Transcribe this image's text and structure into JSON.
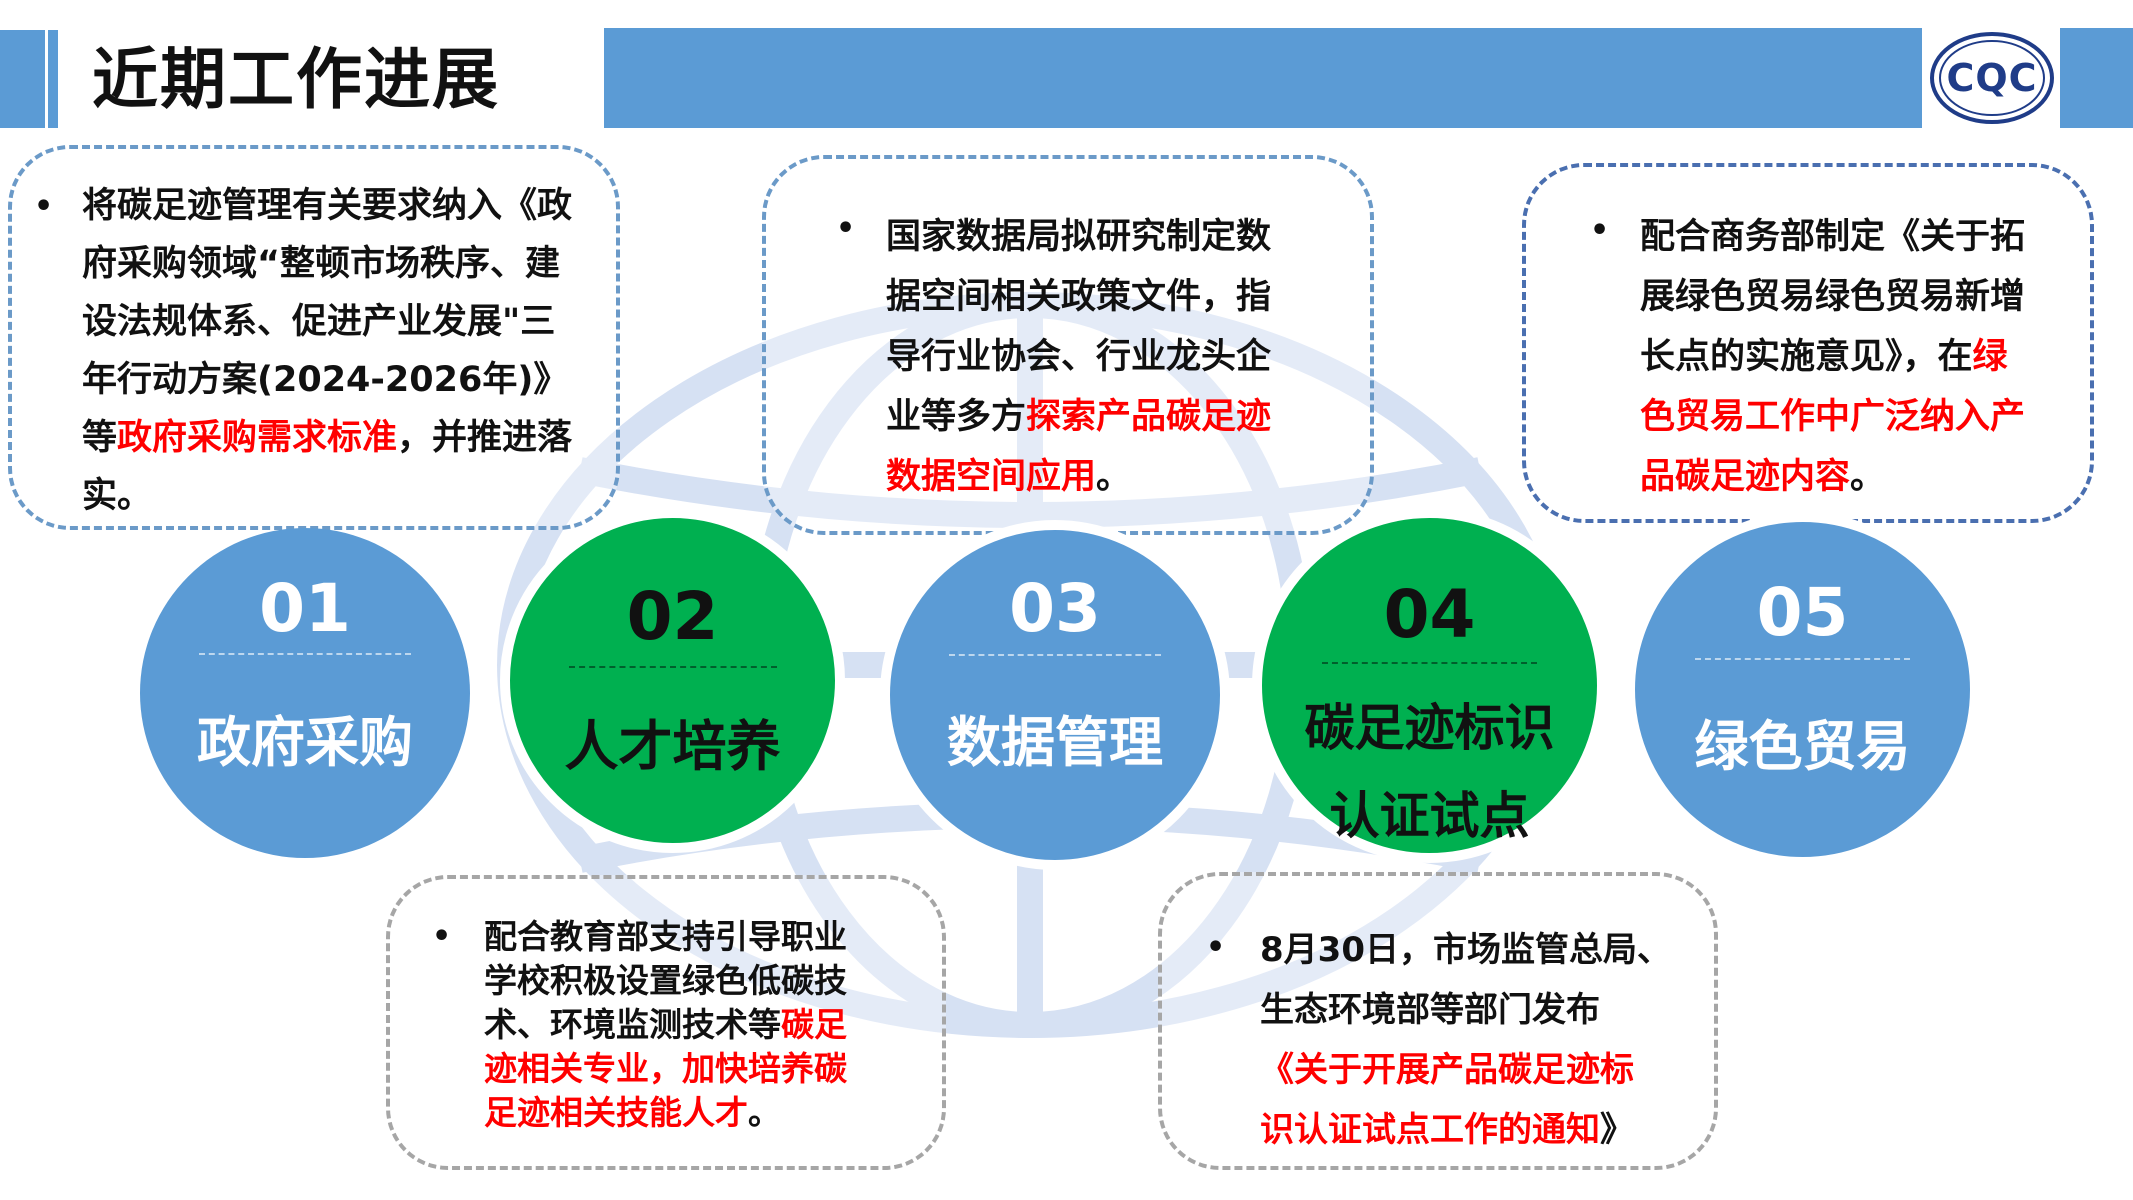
{
  "header": {
    "title": "近期工作进展",
    "logo_text": "CQC"
  },
  "colors": {
    "blue": "#5B9BD5",
    "green": "#00B050",
    "red": "#FF0000",
    "navy": "#1F3C88"
  },
  "icons": {
    "logo": "cqc-logo-icon",
    "background": "globe-icon"
  },
  "circles": [
    {
      "number": "01",
      "label": "政府采购",
      "color": "blue"
    },
    {
      "number": "02",
      "label": "人才培养",
      "color": "green"
    },
    {
      "number": "03",
      "label": "数据管理",
      "color": "blue"
    },
    {
      "number": "04",
      "label_line1": "碳足迹标识",
      "label_line2": "认证试点",
      "color": "green"
    },
    {
      "number": "05",
      "label": "绿色贸易",
      "color": "blue"
    }
  ],
  "boxes": {
    "gov": {
      "bullet": "•",
      "lines": [
        "将碳足迹管理有关要求纳入《政",
        "府采购领域“整顿市场秩序、建",
        "设法规体系、促进产业发展\"三",
        "年行动方案(2024-2026年)》"
      ],
      "line5_pre": "等",
      "line5_red": "政府采购需求标准",
      "line5_post": "，并推进落",
      "line6": "实。"
    },
    "data": {
      "bullet": "•",
      "lines": [
        "国家数据局拟研究制定数",
        "据空间相关政策文件，指",
        "导行业协会、行业龙头企"
      ],
      "line4_pre": "业等多方",
      "line4_red": "探索产品碳足迹",
      "line5_red": "数据空间应用",
      "line5_post": "。"
    },
    "trade": {
      "bullet": "•",
      "lines": [
        "配合商务部制定《关于拓",
        "展绿色贸易绿色贸易新增"
      ],
      "line3_pre": "长点的实施意见》，在",
      "line3_red": "绿",
      "line4_red": "色贸易工作中广泛纳入产",
      "line5_red": "品碳足迹内容",
      "line5_post": "。"
    },
    "talent": {
      "bullet": "•",
      "lines": [
        "配合教育部支持引导职业",
        "学校积极设置绿色低碳技"
      ],
      "line3_pre": "术、环境监测技术等",
      "line3_red": "碳足",
      "line4_red": "迹相关专业，加快培养碳",
      "line5_red": "足迹相关技能人才",
      "line5_post": "。"
    },
    "label": {
      "bullet": "•",
      "lines": [
        "8月30日，市场监管总局、",
        "生态环境部等部门发布"
      ],
      "line3_red": "《关于开展产品碳足迹标",
      "line4_red": "识认证试点工作的通知",
      "line4_post": "》"
    }
  }
}
